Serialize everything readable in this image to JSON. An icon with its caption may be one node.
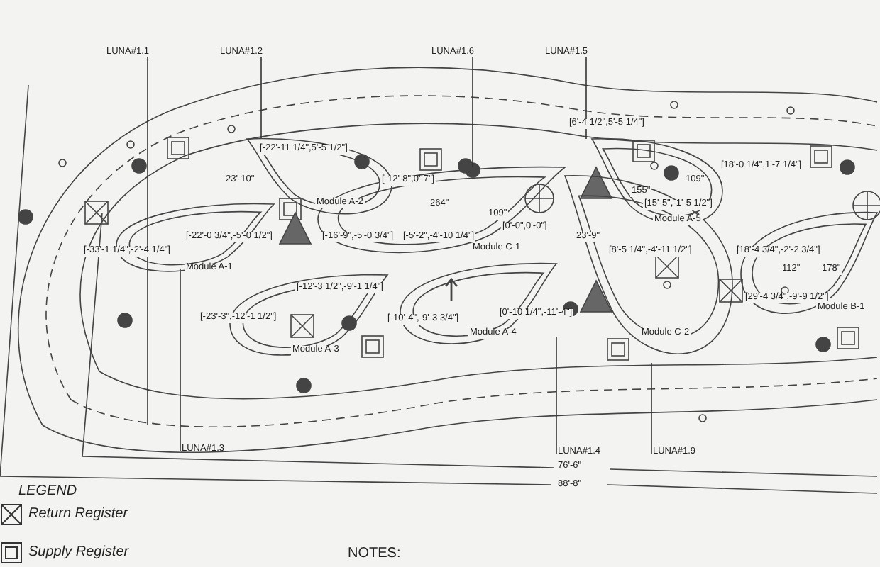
{
  "diagram": {
    "nodes": [
      {
        "text": [
          "LUNA#1.1"
        ]
      },
      {
        "text": [
          "LUNA#1.2"
        ]
      },
      {
        "text": [
          "LUNA#1.6"
        ]
      },
      {
        "text": [
          "LUNA#1.5"
        ]
      },
      {
        "text": [
          "Module A-2"
        ]
      },
      {
        "text": [
          "Module A-1"
        ]
      },
      {
        "text": [
          "Module C-1"
        ]
      },
      {
        "text": [
          "Module A-5"
        ]
      },
      {
        "text": [
          "Module B-1"
        ]
      },
      {
        "text": [
          "Module A-3"
        ]
      },
      {
        "text": [
          "Module A-4"
        ]
      },
      {
        "text": [
          "Module C-2"
        ]
      },
      {
        "text": [
          "LUNA#1.3"
        ]
      },
      {
        "text": [
          "LUNA#1.4"
        ]
      },
      {
        "text": [
          "LUNA#1.9"
        ]
      }
    ],
    "edges": [
      {
        "from": 0,
        "to": null,
        "arrow": "none"
      },
      {
        "from": 1,
        "to": 4,
        "arrow": "none"
      },
      {
        "from": 2,
        "to": 6,
        "arrow": "none"
      },
      {
        "from": 3,
        "to": 7,
        "arrow": "none"
      },
      {
        "from": 12,
        "to": 5,
        "arrow": "none"
      },
      {
        "from": 13,
        "to": null,
        "arrow": "none"
      },
      {
        "from": 14,
        "to": 11,
        "arrow": "none"
      }
    ],
    "labels": [
      "[6'-4 1/2\",5'-5 1/4\"]",
      "[-22'-11 1/4\",5'-5 1/2\"]",
      "[18'-0 1/4\",1'-7 1/4\"]",
      "23'-10\"",
      "[-12'-8\",0'-7\"]",
      "109\"",
      "155\"",
      "264\"",
      "[15'-5\",-1'-5 1/2\"]",
      "109\"",
      "[0'-0\",0'-0\"]",
      "[-22'-0 3/4\",-5'-0 1/2\"]",
      "[-16'-9\",-5'-0 3/4\"]",
      "[-5'-2\",-4'-10 1/4\"]",
      "23'-9\"",
      "[-33'-1 1/4\",-2'-4 1/4\"]",
      "[8'-5 1/4\",-4'-11 1/2\"]",
      "[18'-4 3/4\",-2'-2 3/4\"]",
      "112\"",
      "178\"",
      "[-12'-3 1/2\",-9'-1 1/4\"]",
      "[29'-4 3/4\",-9'-9 1/2\"]",
      "[-23'-3\",-12'-1 1/2\"]",
      "[-10'-4\",-9'-3 3/4\"]",
      "[0'-10 1/4\",-11'-4\"]",
      "76'-6\"",
      "88'-8\"",
      "LEGEND",
      "NOTES:"
    ],
    "legend": [
      {
        "text": "Return Register"
      },
      {
        "text": "Supply Register"
      }
    ]
  }
}
